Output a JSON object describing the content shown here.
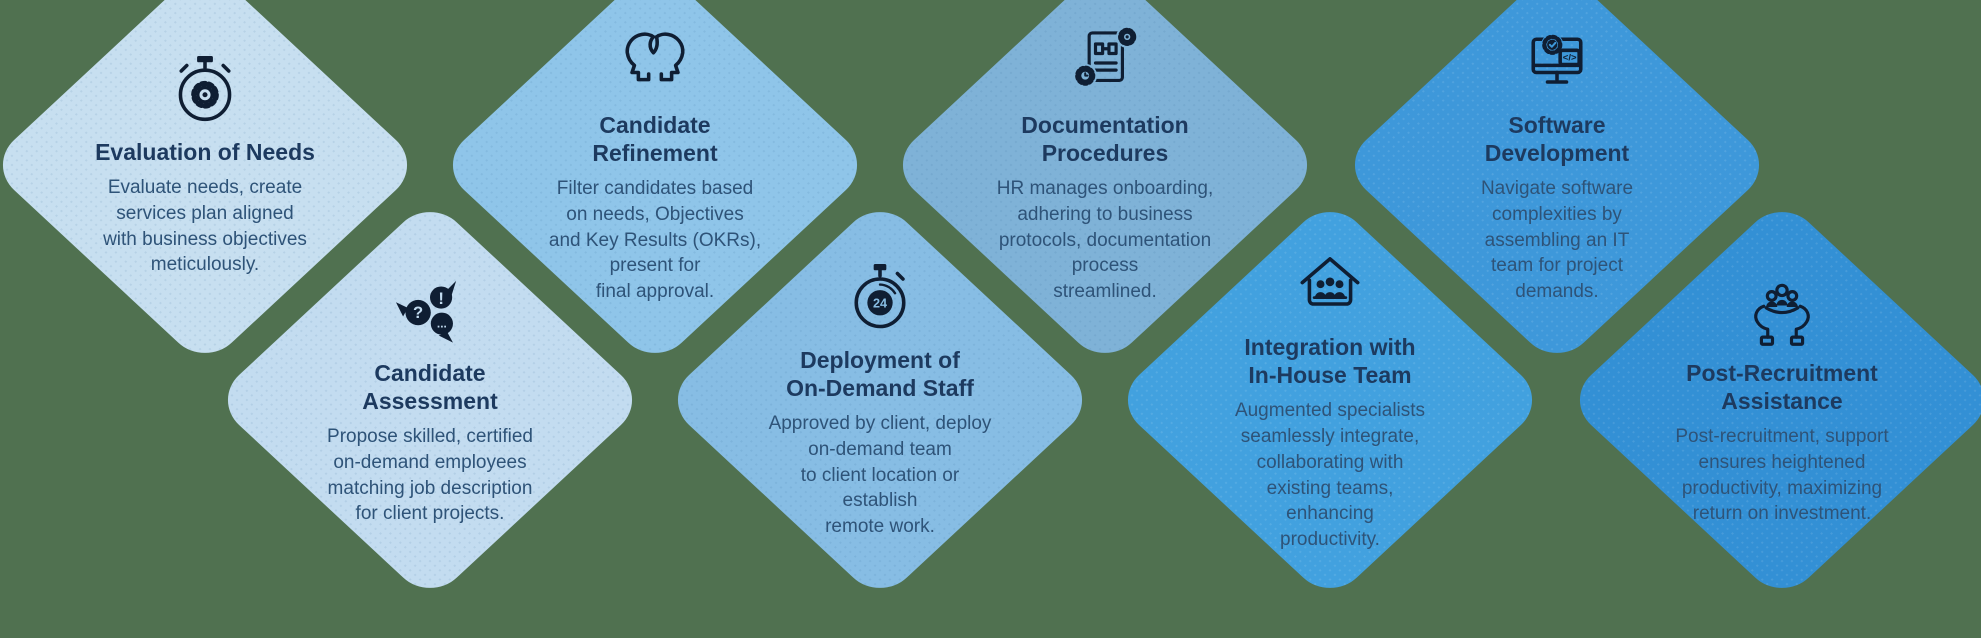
{
  "background_color": "#507150",
  "text_colors": {
    "title": "#1d3a5f",
    "body": "#2e5378"
  },
  "diamonds": [
    {
      "title": "Evaluation of Needs",
      "body": "Evaluate needs, create\nservices plan aligned\nwith business objectives\nmeticulously.",
      "icon": "stopwatch-gear-icon",
      "color": "#c7dff0",
      "shade": "light",
      "row": "top"
    },
    {
      "title": "Candidate\nAssessment",
      "body": "Propose skilled, certified\non-demand employees\nmatching job description\nfor client projects.",
      "icon": "speech-bubbles-icon",
      "color": "#c3dcf0",
      "shade": "light",
      "row": "bottom"
    },
    {
      "title": "Candidate\nRefinement",
      "body": "Filter candidates based\non needs, Objectives\nand Key Results (OKRs),\npresent for\nfinal approval.",
      "icon": "two-heads-icon",
      "color": "#8fc5e9",
      "shade": "light",
      "row": "top"
    },
    {
      "title": "Deployment of\nOn-Demand Staff",
      "body": "Approved by client, deploy\non-demand team\nto client location or\nestablish\nremote work.",
      "icon": "stopwatch-24-icon",
      "color": "#87bde4",
      "shade": "light",
      "row": "bottom"
    },
    {
      "title": "Documentation\nProcedures",
      "body": "HR manages onboarding,\nadhering to business\nprotocols, documentation\nprocess\nstreamlined.",
      "icon": "document-gears-icon",
      "color": "#7fb2d7",
      "shade": "light",
      "row": "top"
    },
    {
      "title": "Integration with\nIn-House Team",
      "body": "Augmented specialists\nseamlessly integrate,\ncollaborating with\nexisting teams,\nenhancing\nproductivity.",
      "icon": "house-team-icon",
      "color": "#42a1df",
      "shade": "dark",
      "row": "bottom"
    },
    {
      "title": "Software\nDevelopment",
      "body": "Navigate software\ncomplexities by\nassembling an IT\nteam for project\ndemands.",
      "icon": "software-monitor-icon",
      "color": "#3e98da",
      "shade": "dark",
      "row": "top"
    },
    {
      "title": "Post-Recruitment\nAssistance",
      "body": "Post-recruitment, support\nensures heightened\nproductivity, maximizing\nreturn on investment.",
      "icon": "hands-people-icon",
      "color": "#3390d5",
      "shade": "dark",
      "row": "bottom"
    }
  ]
}
